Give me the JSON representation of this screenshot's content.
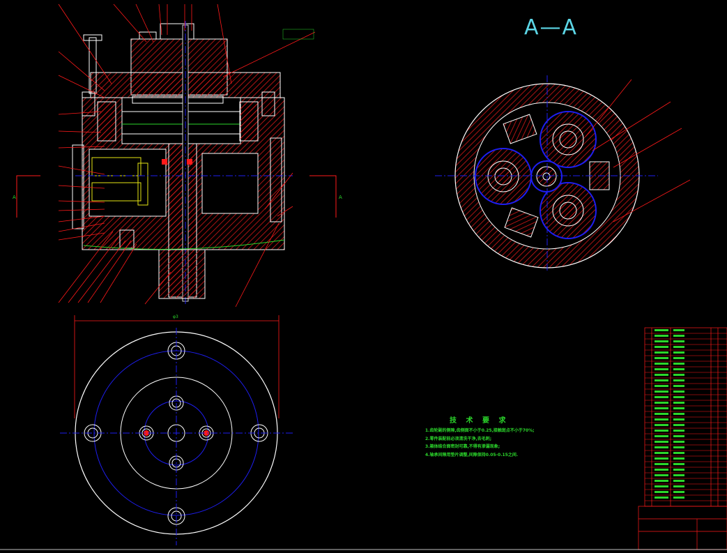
{
  "section_view": {
    "title": "A—A"
  },
  "cut_marks": {
    "left": "A",
    "right": "A"
  },
  "technical_requirements": {
    "title": "技 术 要 求",
    "notes": [
      "1.齿轮副的侧隙,齿侧面不小于0.25,接触斑点不小于70%;",
      "2.零件装配前必须清洗干净,去毛刺;",
      "3.箱体结合面密封可靠,不得有渗漏现象;",
      "4.轴承间隙用垫片调整,间隙保持0.05-0.15之间."
    ]
  },
  "dimension": {
    "overall_width": "φ3"
  },
  "colors": {
    "background": "#000000",
    "outline": "#ffffff",
    "hatch": "#e01818",
    "leader": "#ff1a1a",
    "centerline": "#1e1ef0",
    "text_green": "#2bd62b",
    "title_cyan": "#5cd6e6",
    "inner_parts": "#e6e614"
  }
}
